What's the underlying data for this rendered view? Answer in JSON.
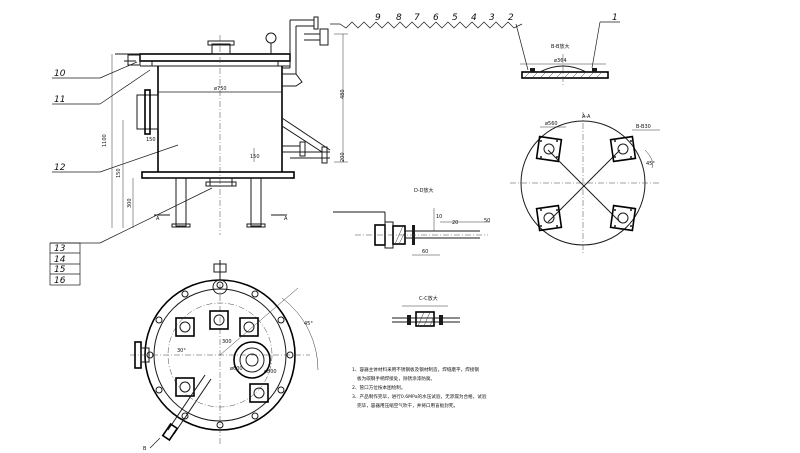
{
  "leaders_top": [
    "9",
    "8",
    "7",
    "6",
    "5",
    "4",
    "3",
    "2",
    "1"
  ],
  "leaders_left": [
    "10",
    "11",
    "12",
    "13",
    "14",
    "15",
    "16"
  ],
  "section_labels": {
    "detail_b": "B-B放大",
    "detail_b_dim": "ø364",
    "aa": "A-A",
    "aa_dim": "ø560",
    "aa_side": "B-B30",
    "aa_angle": "45°",
    "detail_d": "D-D放大",
    "detail_c": "C-C放大",
    "marker_a": "A",
    "marker_b": "B"
  },
  "elevation_dims": {
    "height_total": "1100",
    "shell_dia": "ø750",
    "dim_upper": "480",
    "dim_mid": "200",
    "dim_leg": "300",
    "dim_side": "150",
    "dim_left": "150"
  },
  "detail_d_dims": {
    "d1": "10",
    "d2": "60",
    "d3": "20",
    "d4": "50"
  },
  "plan_dims": {
    "angle1": "45°",
    "angle2": "30°",
    "dia1": "ø800",
    "dia2": "ø600",
    "r1": "300"
  },
  "notes": [
    "1、容器主体材料采用不锈钢板及钢材制造，焊缝磨平，焊接钢",
    "板为碳钢手柄焊接处，除锈涂漆防腐。",
    "2、管口方位按本图绘制。",
    "3、产品制作完毕，进行0.6MPa的水压试验，无渗漏为合格，试验",
    "完毕，容器用压缩空气吹干，并将口用盲板封死。"
  ]
}
